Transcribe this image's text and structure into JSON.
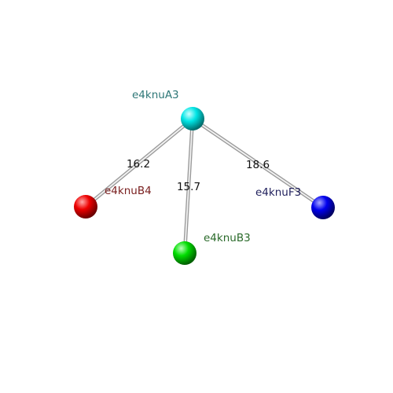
{
  "graph": {
    "nodes": [
      {
        "id": "hub",
        "label": "e4knuA3",
        "color": "#00e5e5",
        "label_color": "#2e7777"
      },
      {
        "id": "b4",
        "label": "e4knuB4",
        "color": "#ee0000",
        "label_color": "#7a2020"
      },
      {
        "id": "b3",
        "label": "e4knuB3",
        "color": "#00dd00",
        "label_color": "#2a6a2a"
      },
      {
        "id": "f3",
        "label": "e4knuF3",
        "color": "#0000ee",
        "label_color": "#22225e"
      }
    ],
    "edges": [
      {
        "from": "hub",
        "to": "b4",
        "label": "16.2"
      },
      {
        "from": "hub",
        "to": "b3",
        "label": "15.7"
      },
      {
        "from": "hub",
        "to": "f3",
        "label": "18.6"
      }
    ],
    "edge_label_color": "#111111",
    "edge_color": "#c8c8c8"
  }
}
